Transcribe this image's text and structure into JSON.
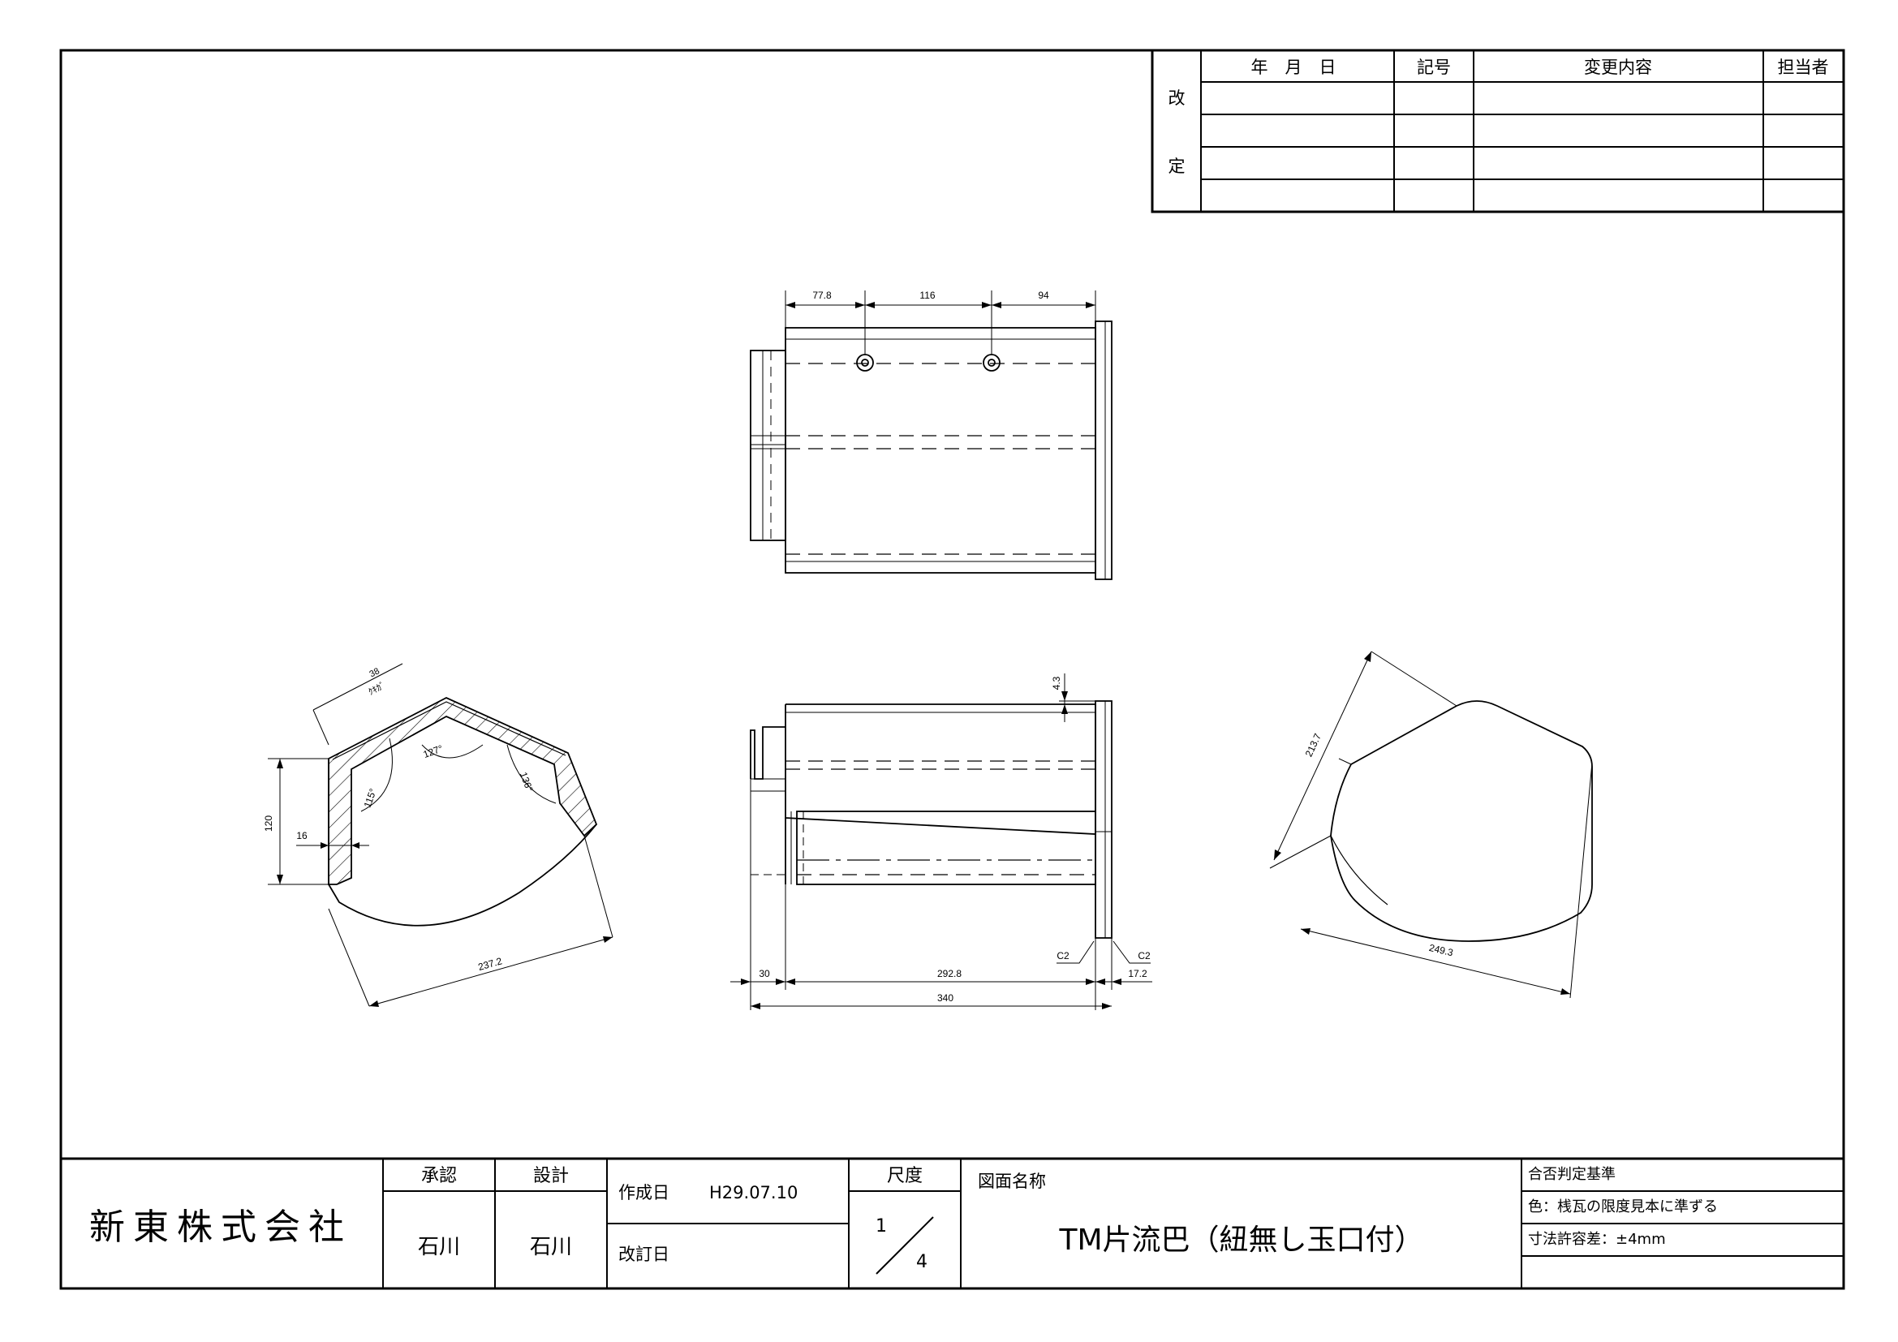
{
  "revision_block": {
    "side_label_1": "改",
    "side_label_2": "定",
    "headers": {
      "date": "年　月　日",
      "symbol": "記号",
      "content": "変更内容",
      "person": "担当者"
    }
  },
  "title_block": {
    "company": "新東株式会社",
    "approval_label": "承認",
    "design_label": "設計",
    "approval_name": "石川",
    "design_name": "石川",
    "created_label": "作成日",
    "created_date": "H29.07.10",
    "revised_label": "改訂日",
    "scale_label": "尺度",
    "scale_num": "1",
    "scale_den": "4",
    "drawing_name_label": "図面名称",
    "drawing_name": "TM片流巴（紐無し玉口付）",
    "criteria_title": "合否判定基準",
    "criteria_color": "色：桟瓦の限度見本に準ずる",
    "criteria_tolerance": "寸法許容差：±4mm"
  },
  "dimensions": {
    "top_a": "77.8",
    "top_b": "116",
    "top_c": "94",
    "left_thick": "38",
    "left_thick_note": "ｸｷｶﾞ",
    "left_angle_a": "127°",
    "left_angle_b": "115°",
    "left_angle_c": "136°",
    "left_height": "120",
    "left_wall": "16",
    "left_chord": "237.2",
    "front_rim": "4.3",
    "front_c2_left": "C2",
    "front_c2_right": "C2",
    "front_a": "30",
    "front_b": "292.8",
    "front_c": "17.2",
    "front_total": "340",
    "right_a": "213.7",
    "right_b": "249.3"
  }
}
